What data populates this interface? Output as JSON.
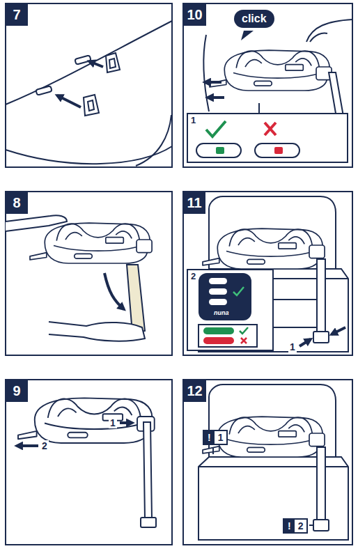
{
  "diagram": {
    "nodes": [
      {
        "text": [
          "7"
        ]
      },
      {
        "text": [
          "10"
        ]
      },
      {
        "text": [
          "click"
        ]
      },
      {
        "text": [
          "1"
        ]
      },
      {
        "text": [
          "8"
        ]
      },
      {
        "text": [
          "11"
        ]
      },
      {
        "text": [
          "2"
        ]
      },
      {
        "text": [
          "9"
        ]
      },
      {
        "text": [
          "12"
        ]
      },
      {
        "text": [
          "!",
          "1"
        ]
      },
      {
        "text": [
          "!",
          "2"
        ]
      }
    ],
    "labels": [
      "nuna",
      "1",
      "1",
      "2"
    ]
  }
}
